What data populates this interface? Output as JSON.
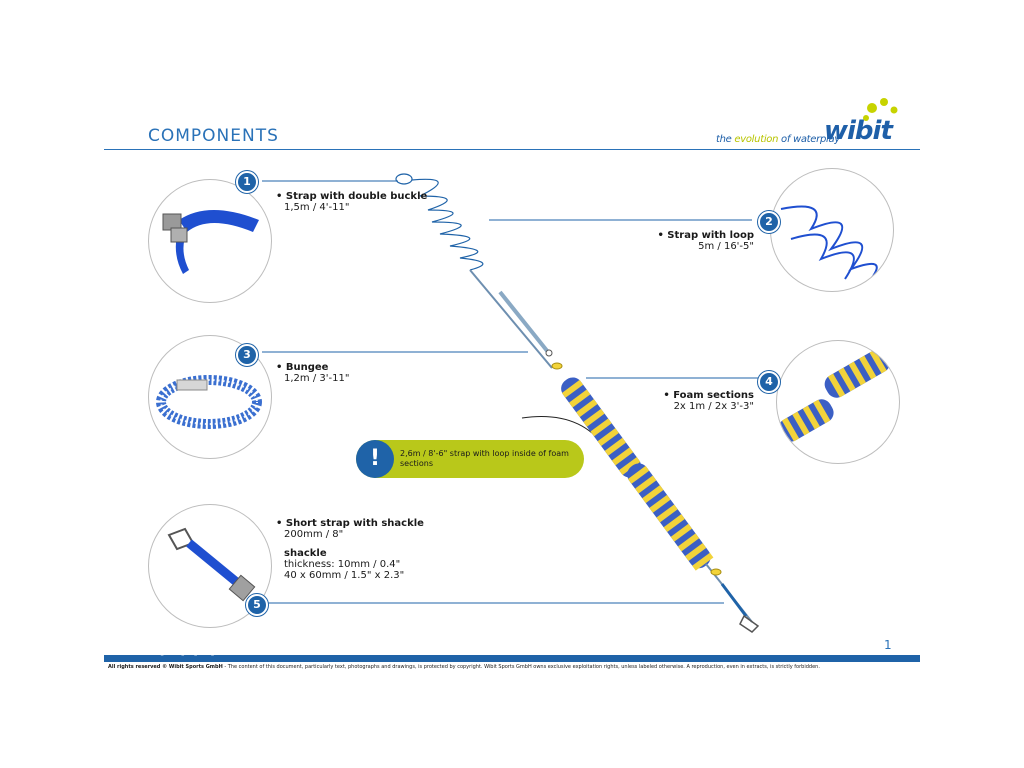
{
  "header": {
    "title": "COMPONENTS",
    "tagline_pre": "the ",
    "tagline_hl": "evolution",
    "tagline_post": " of waterplay",
    "brand": "wibit"
  },
  "components": [
    {
      "number": "1",
      "title": "• Strap with double buckle",
      "dims": [
        "1,5m / 4'-11\""
      ]
    },
    {
      "number": "2",
      "title": "• Strap with loop",
      "dims": [
        "5m / 16'-5\""
      ]
    },
    {
      "number": "3",
      "title": "• Bungee",
      "dims": [
        "1,2m / 3'-11\""
      ]
    },
    {
      "number": "4",
      "title": "• Foam sections",
      "dims": [
        "2x 1m / 2x 3'-3\""
      ]
    },
    {
      "number": "5",
      "title": "• Short strap with shackle",
      "dims": [
        "200mm / 8\""
      ],
      "sub_title": "shackle",
      "sub_dims": [
        "thickness: 10mm / 0.4\"",
        "40 x 60mm / 1.5\" x 2.3\""
      ]
    }
  ],
  "note": {
    "icon": "!",
    "text": "2,6m / 8'-6\" strap with loop inside of foam sections"
  },
  "page_number": "1",
  "footer": {
    "doc_id": "40317 V 01 - Product_Manual_Pool_Boom_3",
    "rights_bold": "All rights reserved © Wibit Sports GmbH",
    "rights_text": " - The content of this document, particularly text, photographs and drawings, is protected by copyright. Wibit Sports GmbH owns exclusive exploitation rights, unless labeled otherwise. A reproduction, even in extracts, is strictly forbidden."
  },
  "colors": {
    "brand_blue": "#1f63a8",
    "accent_lime": "#b9c81a",
    "foam_yellow": "#f2d33a",
    "foam_blue": "#3b5fc4"
  }
}
